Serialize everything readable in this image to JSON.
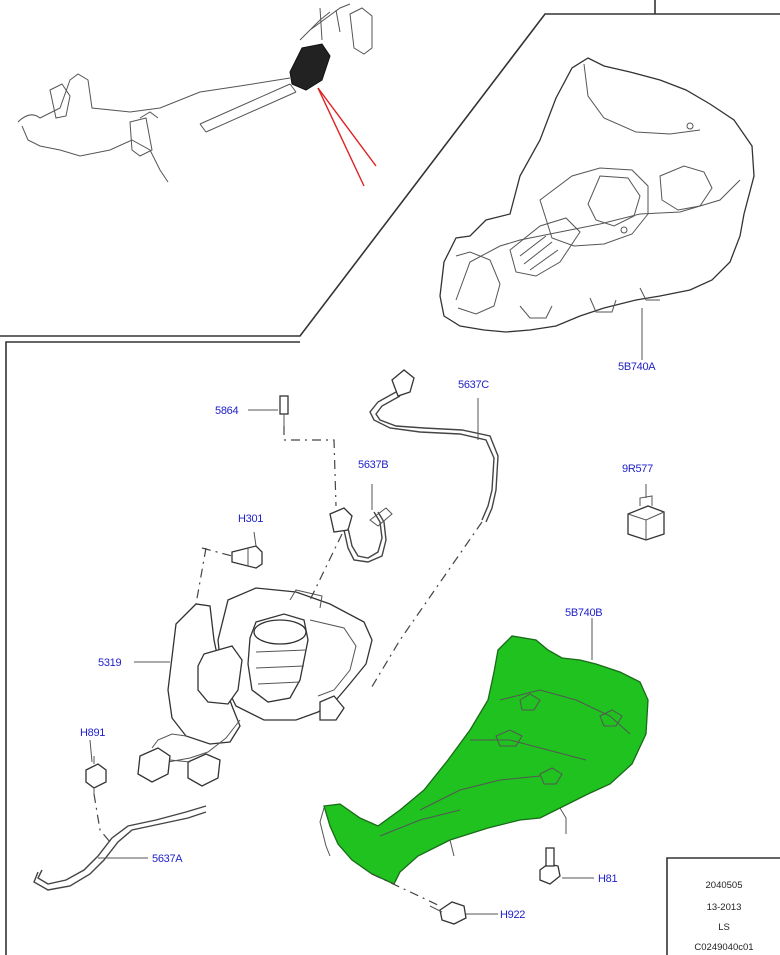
{
  "diagram": {
    "labels": {
      "main_housing": "5B740A",
      "compressor_cover": "5B740B",
      "pipe_c": "5637C",
      "pipe_b": "5637B",
      "pipe_a": "5637A",
      "bolt_upper": "5864",
      "compressor": "5319",
      "bolt_h_upper": "H301",
      "nut_left": "H891",
      "screw_right": "H81",
      "screw_bottom": "H922",
      "relay": "9R577"
    },
    "footer": {
      "line1": "2040505",
      "line2": "13-2013",
      "line3": "LS",
      "line4": "C0249040c01"
    },
    "colors": {
      "highlight": "#1fc21f",
      "label": "#1e1ec8",
      "pointer": "#e02020"
    }
  }
}
